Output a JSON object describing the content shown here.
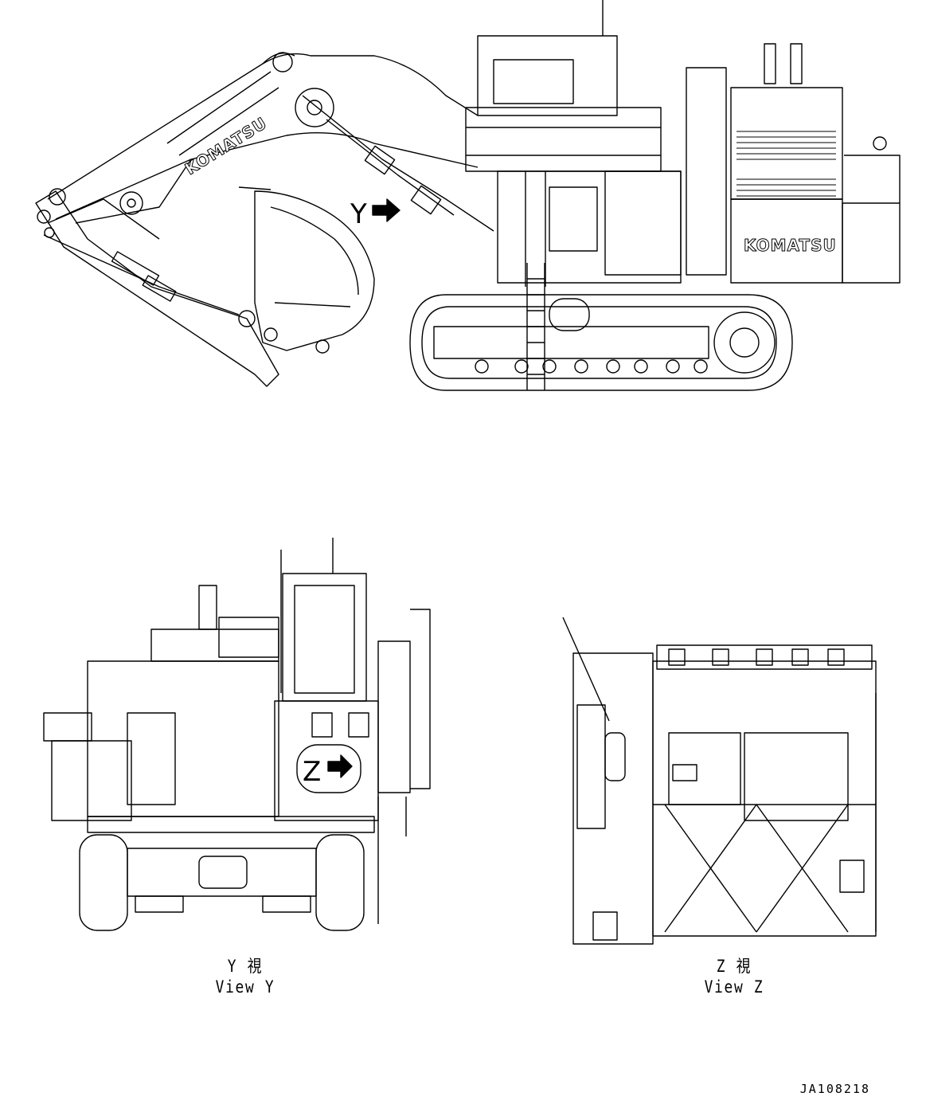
{
  "drawing": {
    "document_id": "JA108218",
    "side_view": {
      "brand_boom": "KOMATSU",
      "brand_body": "KOMATSU",
      "view_marker": "Y"
    },
    "view_y": {
      "marker": "Z",
      "caption_jp": "Y 視",
      "caption_en": "View Y"
    },
    "view_z": {
      "caption_jp": "Z 視",
      "caption_en": "View Z"
    }
  }
}
